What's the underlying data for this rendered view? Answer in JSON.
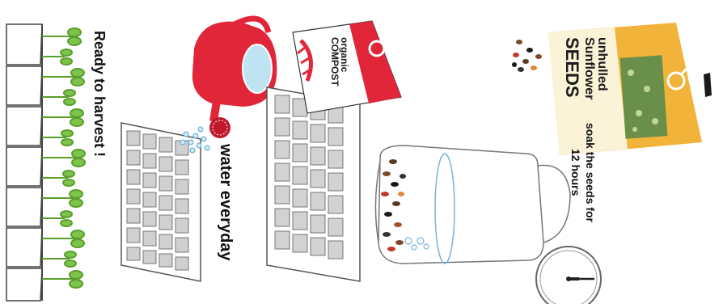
{
  "steps": {
    "soak": {
      "bag_line1": "unhulled",
      "bag_line2": "Sunflower",
      "bag_line3": "SEEDS",
      "caption_line1": "soak the seeds for",
      "caption_line2": "12 hours"
    },
    "plant": {
      "bag_line1": "organic",
      "bag_line2": "COMPOST"
    },
    "water": {
      "caption": "water everyday"
    },
    "harvest": {
      "caption": "Ready to harvest !"
    }
  },
  "colors": {
    "seed_bag": "#f2b33a",
    "compost_bag": "#e2263a",
    "watering_can": "#e2263a",
    "tray": "#d9d9d9",
    "jar_outline": "#9cc7e6",
    "sprouts": "#6bbf3a"
  },
  "icons": [
    "watering-can-icon",
    "clock-icon",
    "jar-icon",
    "seed-bag-icon",
    "compost-bag-icon",
    "seedling-tray-icon",
    "microgreens-icon"
  ]
}
